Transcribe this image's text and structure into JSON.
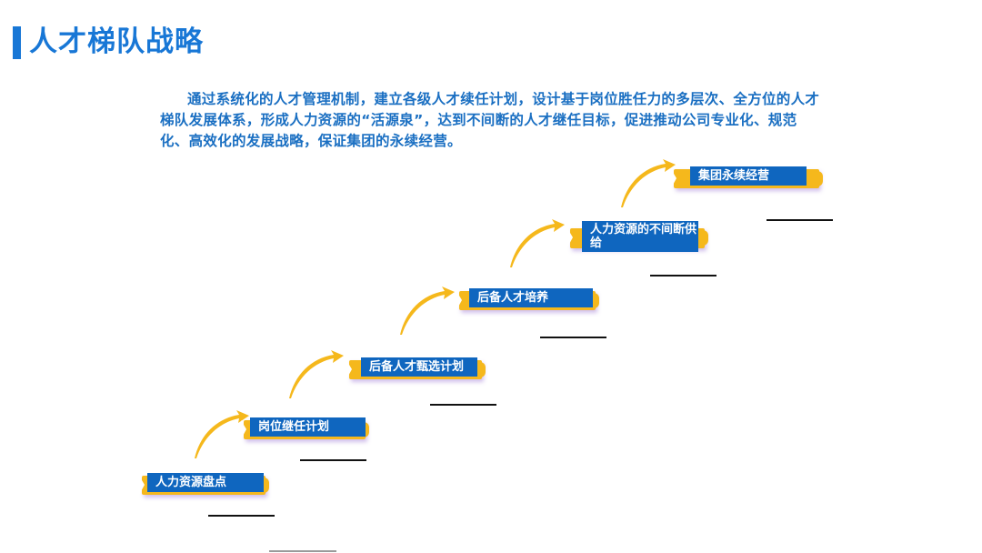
{
  "header": {
    "title": "人才梯队战略",
    "accent_color": "#1877d6"
  },
  "intro": {
    "text": "通过系统化的人才管理机制，建立各级人才续任计划，设计基于岗位胜任力的多层次、全方位的人才梯队发展体系，形成人力资源的“活源泉”，达到不间断的人才继任目标，促进推动公司专业化、规范化、高效化的发展战略，保证集团的永续经营。"
  },
  "colors": {
    "label_bg": "#0f66bf",
    "ribbon": "#f5b81c",
    "arrow": "#f5b81c",
    "text_blue": "#1a6fc2"
  },
  "steps": [
    {
      "label": "人力资源盘点"
    },
    {
      "label": "岗位继任计划"
    },
    {
      "label": "后备人才甄选计划"
    },
    {
      "label": "后备人才培养"
    },
    {
      "label": "人力资源的不间断供给"
    },
    {
      "label": "集团永续经营"
    }
  ]
}
